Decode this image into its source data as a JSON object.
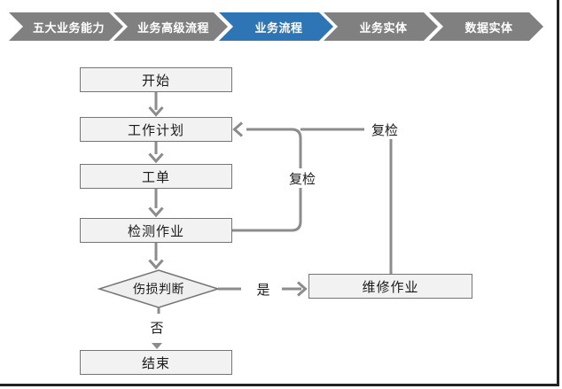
{
  "nav": {
    "steps": [
      {
        "label": "五大业务能力",
        "active": false
      },
      {
        "label": "业务高级流程",
        "active": false
      },
      {
        "label": "业务流程",
        "active": true
      },
      {
        "label": "业务实体",
        "active": false
      },
      {
        "label": "数据实体",
        "active": false
      }
    ]
  },
  "flowchart": {
    "nodes": {
      "start": {
        "label": "开始",
        "type": "process"
      },
      "work_plan": {
        "label": "工作计划",
        "type": "process"
      },
      "work_order": {
        "label": "工单",
        "type": "process"
      },
      "inspection": {
        "label": "检测作业",
        "type": "process"
      },
      "damage_decision": {
        "label": "伤损判断",
        "type": "decision"
      },
      "repair": {
        "label": "维修作业",
        "type": "process"
      },
      "end": {
        "label": "结束",
        "type": "process"
      }
    },
    "edge_labels": {
      "recheck_inner": "复检",
      "recheck_outer": "复检",
      "yes": "是",
      "no": "否"
    }
  },
  "colors": {
    "nav_active": "#2E75B6",
    "nav_inactive": "#808080",
    "node_fill": "#F2F2F2",
    "node_border": "#757575",
    "connector": "#8C8C8C",
    "frame_border": "#222222"
  }
}
